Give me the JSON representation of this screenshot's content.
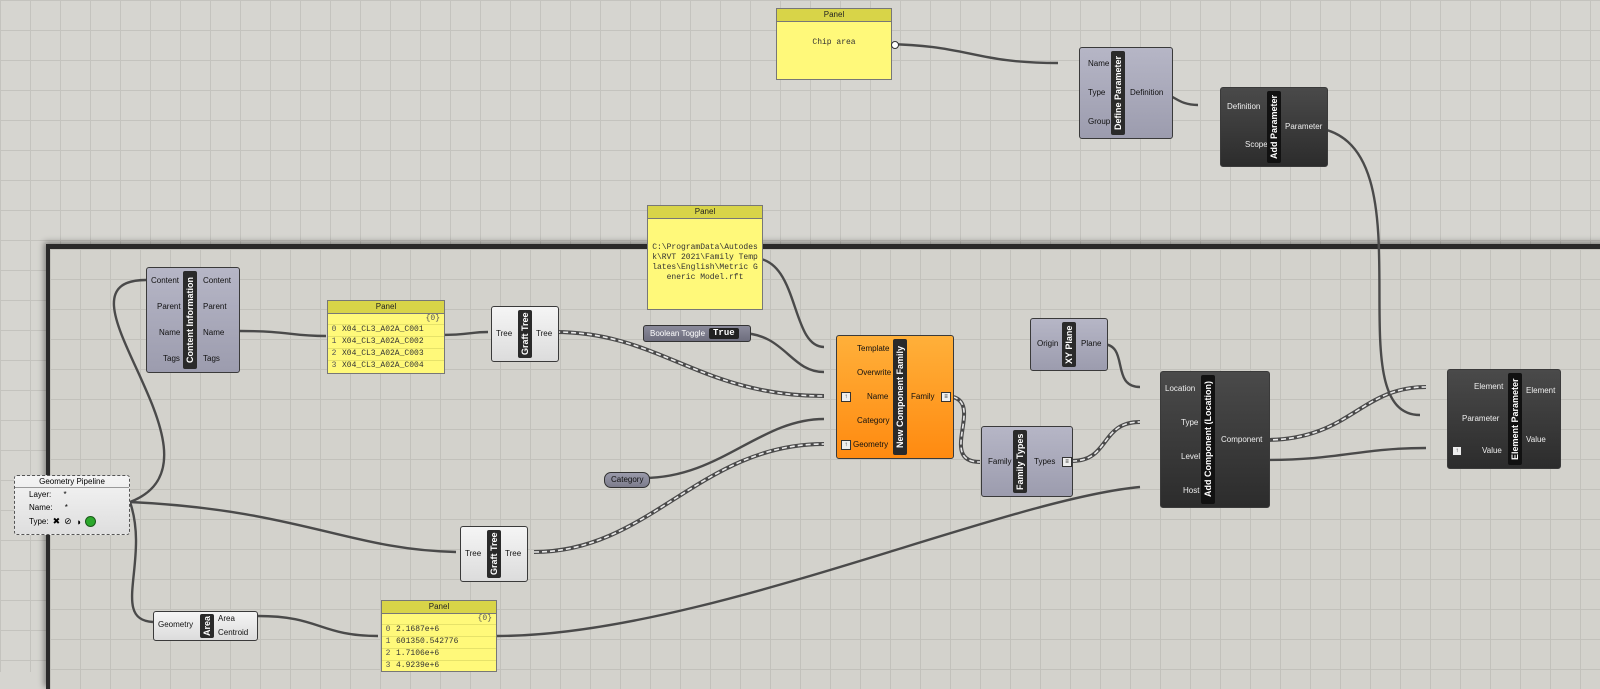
{
  "canvas": {
    "background": "#d6d5d0",
    "group_background": "#d3d2cc"
  },
  "chip_panel": {
    "title": "Panel",
    "text": "Chip area"
  },
  "template_panel": {
    "title": "Panel",
    "text": "C:\\ProgramData\\Autodesk\\RVT 2021\\Family Templates\\English\\Metric Generic Model.rft"
  },
  "names_panel": {
    "title": "Panel",
    "path": "{0}",
    "rows": [
      {
        "index": "0",
        "value": "X04_CL3_A02A_C001"
      },
      {
        "index": "1",
        "value": "X04_CL3_A02A_C002"
      },
      {
        "index": "2",
        "value": "X04_CL3_A02A_C003"
      },
      {
        "index": "3",
        "value": "X04_CL3_A02A_C004"
      }
    ]
  },
  "area_panel": {
    "title": "Panel",
    "path": "{0}",
    "rows": [
      {
        "index": "0",
        "value": "2.1687e+6"
      },
      {
        "index": "1",
        "value": "601350.542776"
      },
      {
        "index": "2",
        "value": "1.7106e+6"
      },
      {
        "index": "3",
        "value": "4.9239e+6"
      }
    ]
  },
  "define_parameter": {
    "title": "Define Parameter",
    "inputs": [
      "Name",
      "Type",
      "Group"
    ],
    "output": "Definition"
  },
  "add_parameter": {
    "title": "Add Parameter",
    "inputs": [
      "Definition",
      "Scope"
    ],
    "output": "Parameter"
  },
  "content_information": {
    "title": "Content Information",
    "inputs": [
      "Content",
      "Parent",
      "Name",
      "Tags"
    ],
    "outputs": [
      "Content",
      "Parent",
      "Name",
      "Tags"
    ]
  },
  "graft_tree_1": {
    "title": "Graft Tree",
    "input": "Tree",
    "output": "Tree"
  },
  "graft_tree_2": {
    "title": "Graft Tree",
    "input": "Tree",
    "output": "Tree"
  },
  "boolean_toggle": {
    "label": "Boolean Toggle",
    "value": "True"
  },
  "new_component_family": {
    "title": "New Component Family",
    "inputs": [
      "Template",
      "Overwrite",
      "Name",
      "Category",
      "Geometry"
    ],
    "output": "Family"
  },
  "category_param": {
    "label": "Category"
  },
  "xy_plane": {
    "title": "XY Plane",
    "input": "Origin",
    "output": "Plane"
  },
  "family_types": {
    "title": "Family Types",
    "input": "Family",
    "output": "Types"
  },
  "add_component": {
    "title": "Add Component (Location)",
    "inputs": [
      "Location",
      "Type",
      "Level",
      "Host"
    ],
    "output": "Component"
  },
  "element_parameter": {
    "title": "Element Parameter",
    "inputs": [
      "Element",
      "Parameter",
      "Value"
    ],
    "outputs": [
      "Element",
      "Value"
    ]
  },
  "geometry_pipeline": {
    "title": "Geometry Pipeline",
    "layer_label": "Layer:",
    "layer_value": "*",
    "name_label": "Name:",
    "name_value": "*",
    "type_label": "Type:"
  },
  "area_comp": {
    "title": "Area",
    "input": "Geometry",
    "outputs": [
      "Area",
      "Centroid"
    ]
  }
}
